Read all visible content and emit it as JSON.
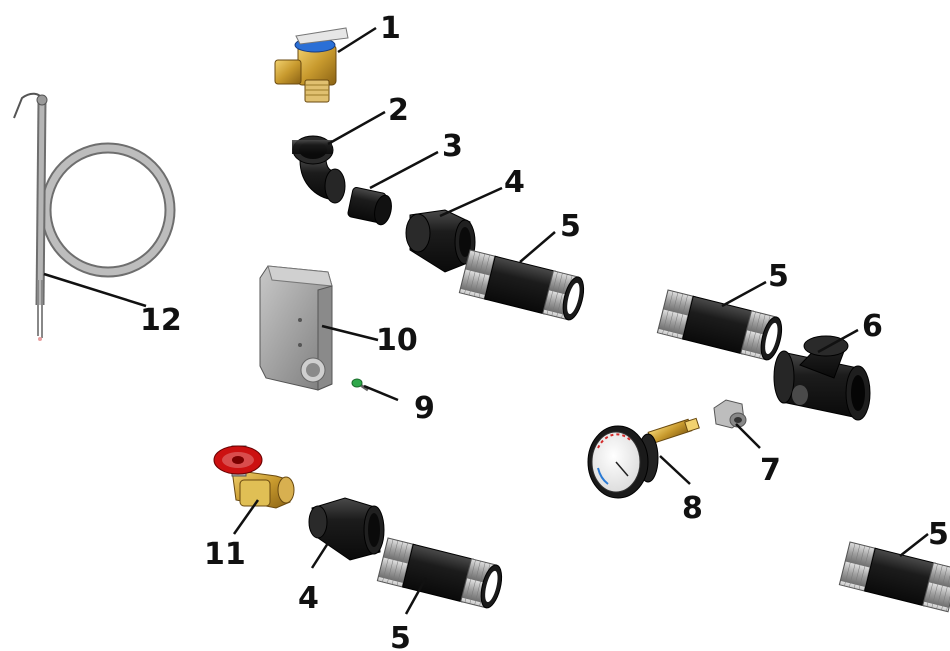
{
  "diagram": {
    "callouts": {
      "c1": "1",
      "c2": "2",
      "c3": "3",
      "c4a": "4",
      "c4b": "4",
      "c5a": "5",
      "c5b": "5",
      "c5c": "5",
      "c5d": "5",
      "c6": "6",
      "c7": "7",
      "c8": "8",
      "c9": "9",
      "c10": "10",
      "c11": "11",
      "c12": "12"
    }
  },
  "colors": {
    "pipe": "#1c1c1c",
    "thread": "#a8a8a8",
    "brass": "#c89a2e",
    "valve_handle": "#cc1111",
    "relief_lever": "#2a6fd6",
    "box": "#9a9a9a",
    "capillary": "#a5a5a5",
    "screw": "#2fa84a"
  }
}
